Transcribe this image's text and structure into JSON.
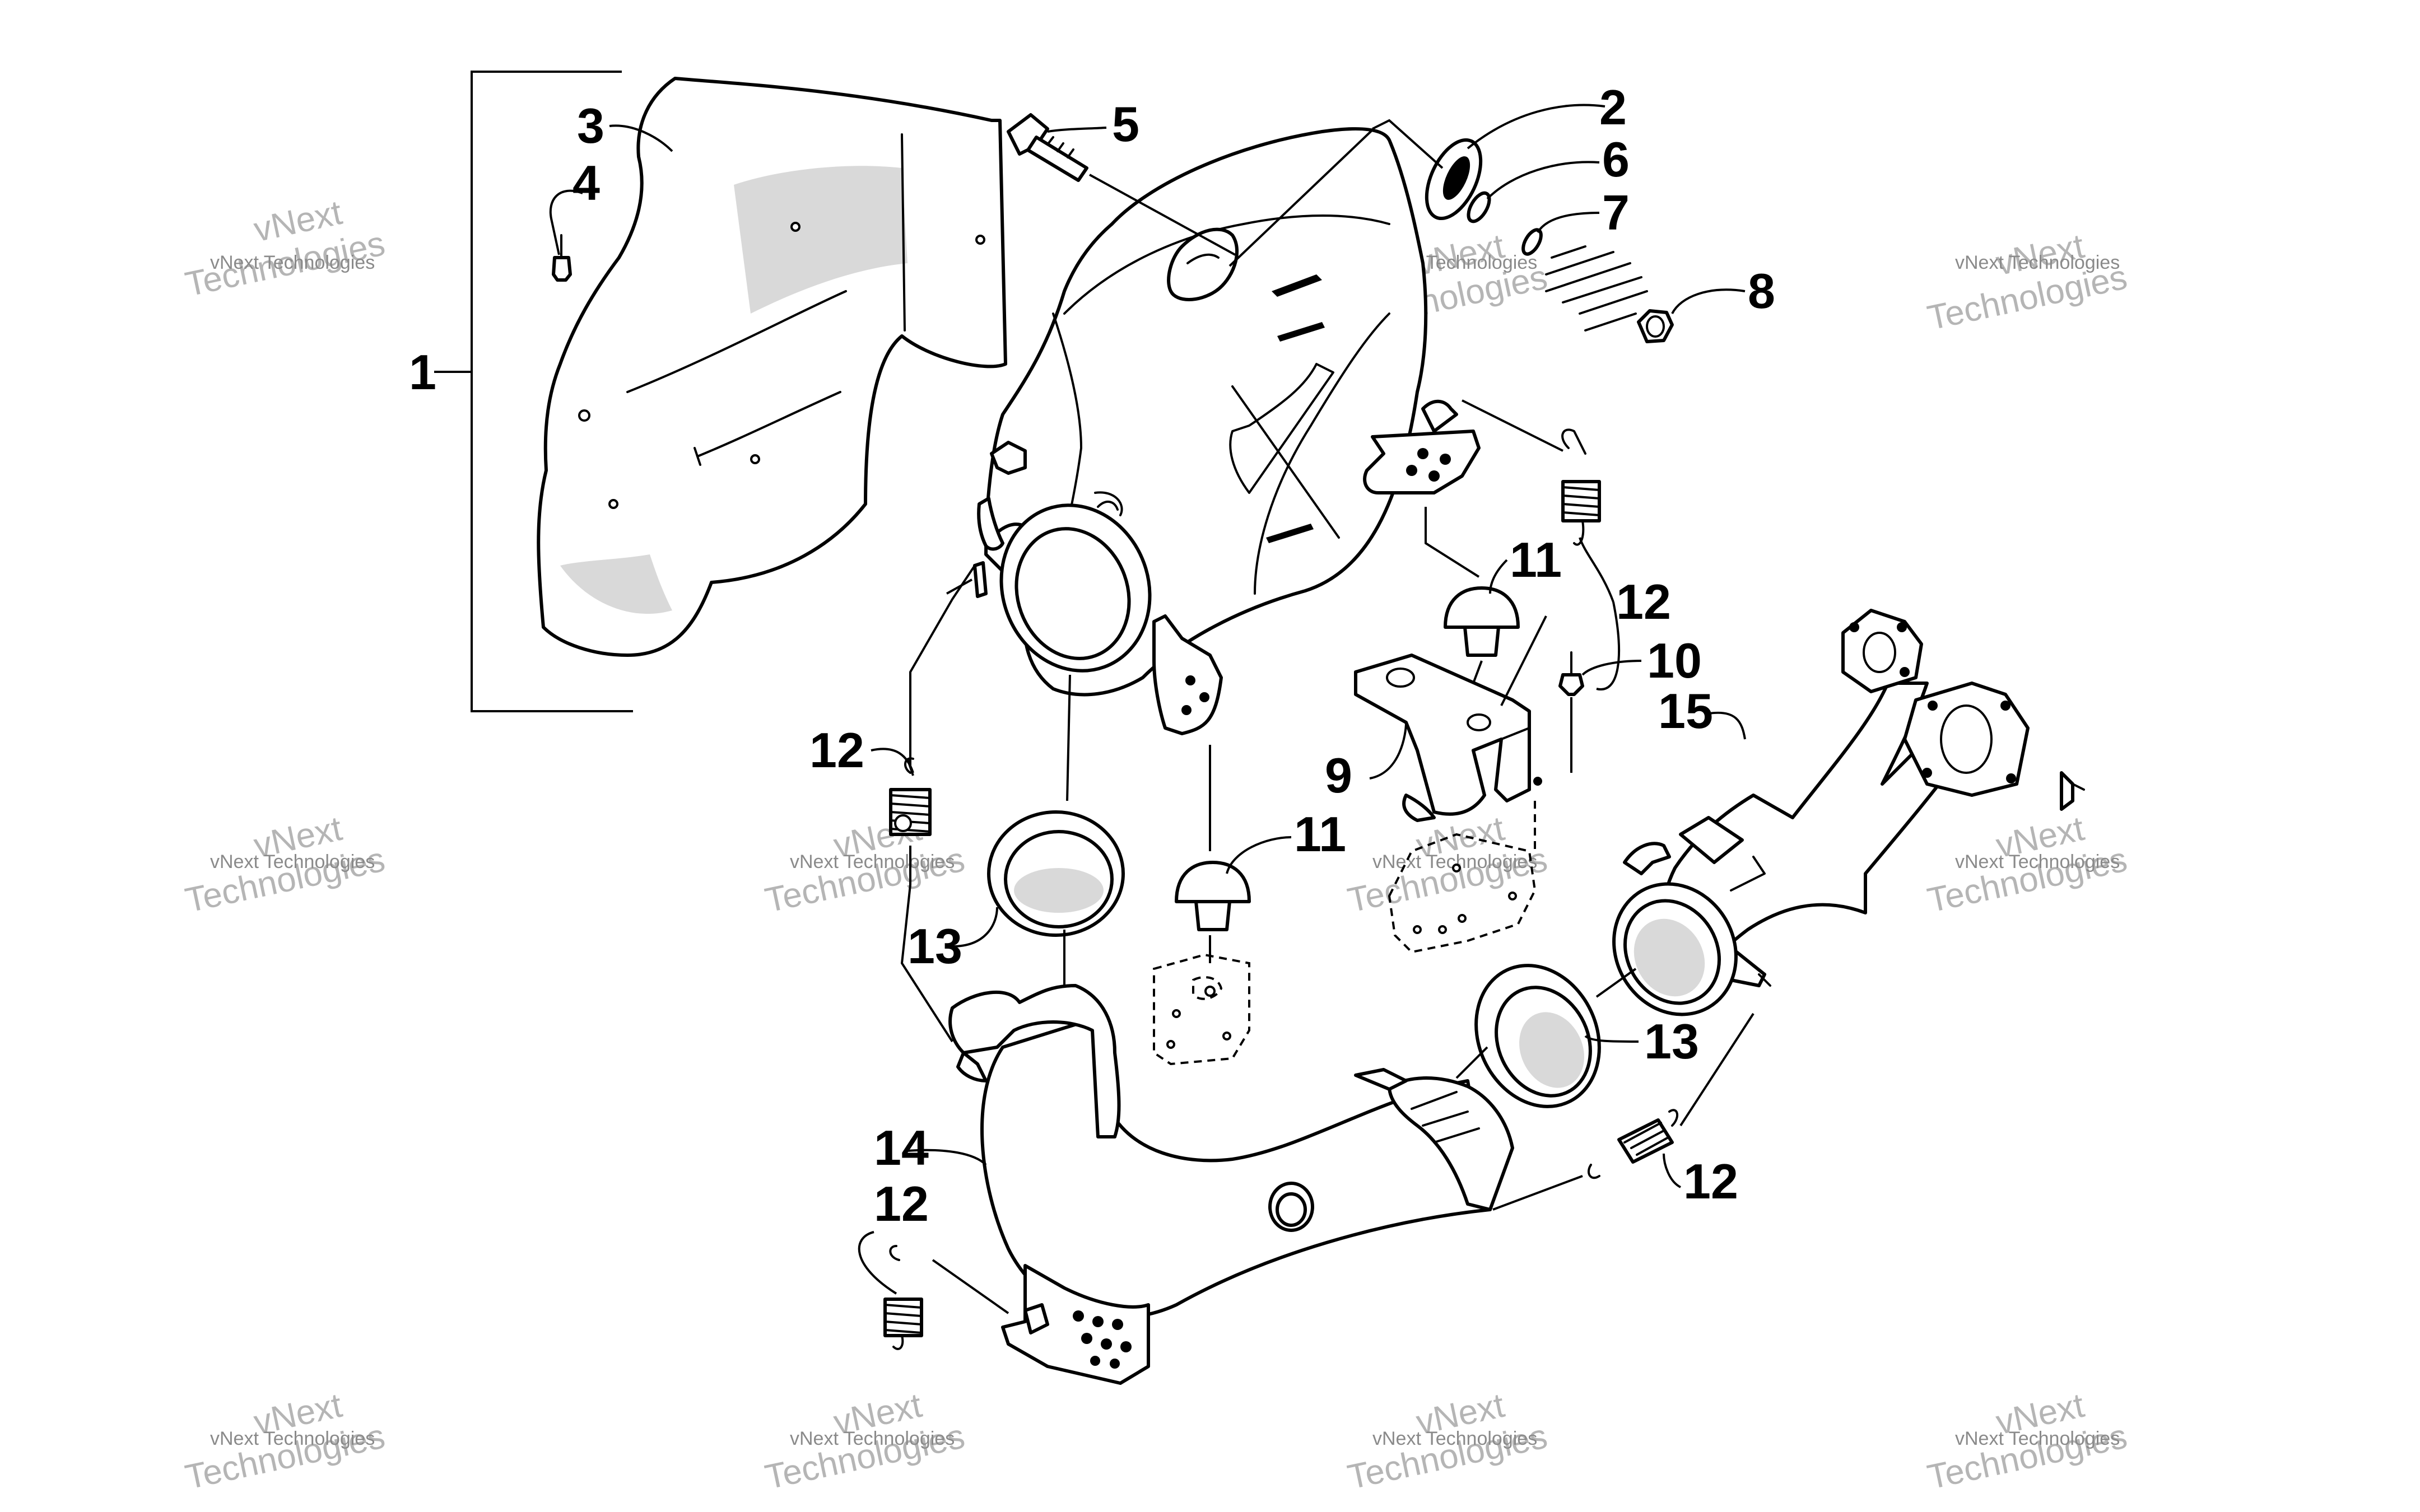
{
  "callouts": {
    "c1": "1",
    "c2": "2",
    "c3": "3",
    "c4": "4",
    "c5": "5",
    "c6": "6",
    "c7": "7",
    "c8": "8",
    "c9": "9",
    "c10": "10",
    "c11a": "11",
    "c11b": "11",
    "c12a": "12",
    "c12b": "12",
    "c12c": "12",
    "c12d": "12",
    "c13a": "13",
    "c13b": "13",
    "c14": "14",
    "c15": "15"
  },
  "watermark": {
    "line1": "vNext",
    "line2": "Technologies",
    "line_small": "vNext Technologies"
  },
  "colors": {
    "ink": "#000000",
    "background": "#ffffff",
    "watermark": "#8a8a8a"
  }
}
